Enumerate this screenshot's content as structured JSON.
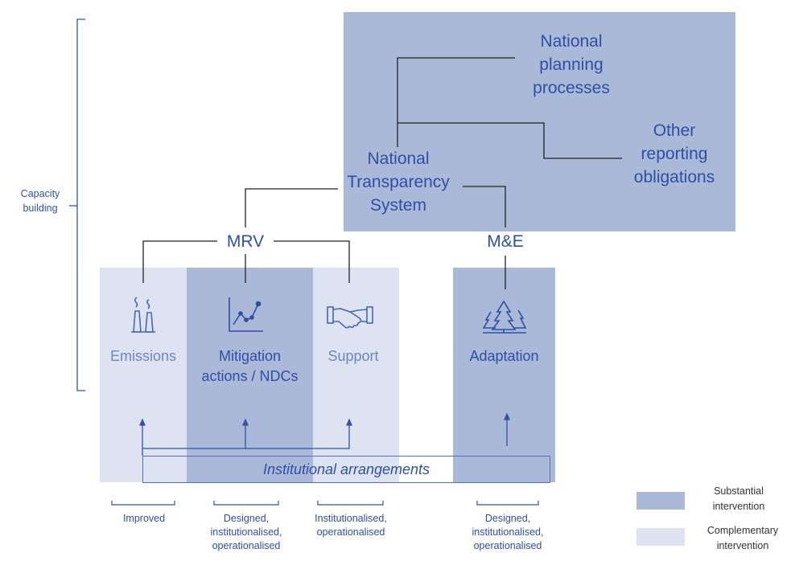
{
  "side_label": "Capacity building",
  "top": {
    "national_planning": [
      "National",
      "planning",
      "processes"
    ],
    "other_reporting": [
      "Other",
      "reporting",
      "obligations"
    ],
    "nts": [
      "National",
      "Transparency",
      "System"
    ]
  },
  "mrv_label": "MRV",
  "me_label": "M&E",
  "columns": {
    "emissions": "Emissions",
    "mitigation": [
      "Mitigation",
      "actions / NDCs"
    ],
    "support": "Support",
    "adaptation": "Adaptation"
  },
  "institutional": "Institutional arrangements",
  "bottom": {
    "improved": [
      "Improved"
    ],
    "mitigation": [
      "Designed,",
      "institutionalised,",
      "operationalised"
    ],
    "support": [
      "Institutionalised,",
      "operationalised"
    ],
    "adaptation": [
      "Designed,",
      "institutionalised,",
      "operationalised"
    ]
  },
  "legend": {
    "substantial": [
      "Substantial",
      "intervention"
    ],
    "complementary": [
      "Complementary",
      "intervention"
    ]
  },
  "icons": [
    "factory-chimneys-icon",
    "line-chart-icon",
    "handshake-icon",
    "forest-icon"
  ],
  "colors": {
    "substantial": "#aab9d7",
    "complementary": "#dde3f0",
    "text": "#2f4fa6"
  }
}
